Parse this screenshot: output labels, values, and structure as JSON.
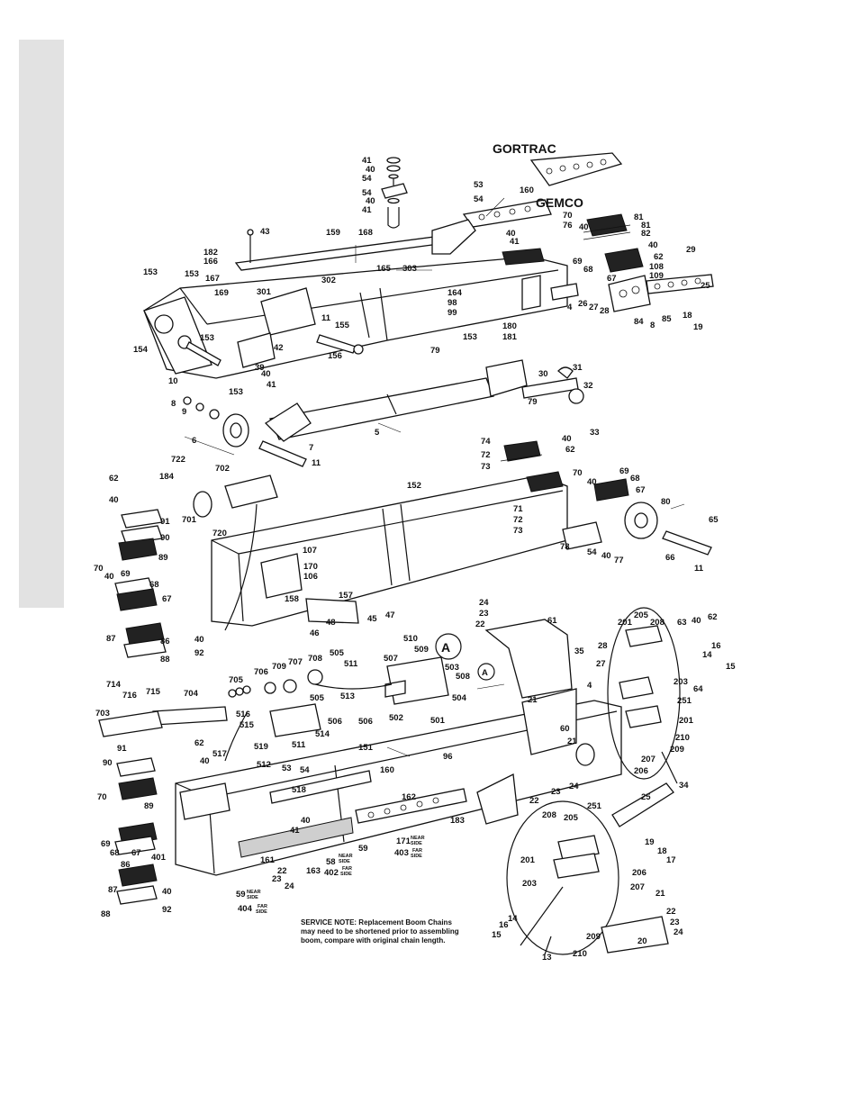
{
  "titles": {
    "gortrac": "GORTRAC",
    "gemco": "GEMCO",
    "callout_a1": "A",
    "callout_a2": "A"
  },
  "service_note": {
    "line1": "SERVICE NOTE:  Replacement Boom Chains",
    "line2": "may need to be shortened prior to assembling",
    "line3": "boom, compare with original chain length."
  },
  "side_labels": {
    "near1": "NEAR",
    "side1": "SIDE",
    "far1": "FAR",
    "side2": "SIDE",
    "near2": "NEAR",
    "side3": "SIDE",
    "far2": "FAR",
    "side4": "SIDE",
    "near3": "NEAR",
    "side5": "SIDE",
    "far3": "FAR",
    "side6": "SIDE"
  },
  "labels": {
    "p41a": "41",
    "p40a": "40",
    "p54a": "54",
    "p54b": "54",
    "p40b": "40",
    "p41b": "41",
    "p53a": "53",
    "p54c": "54",
    "p160a": "160",
    "p70a": "70",
    "p76": "76",
    "p40c": "40",
    "p81a": "81",
    "p81b": "81",
    "p82": "82",
    "p43": "43",
    "p159": "159",
    "p168": "168",
    "p40d": "40",
    "p41c": "41",
    "p40e": "40",
    "p29": "29",
    "p182": "182",
    "p166": "166",
    "p167": "167",
    "p169": "169",
    "p153a": "153",
    "p153b": "153",
    "p165": "165",
    "p303": "303",
    "p69a": "69",
    "p68a": "68",
    "p62a": "62",
    "p108": "108",
    "p109": "109",
    "p67a": "67",
    "p25a": "25",
    "p301": "301",
    "p302": "302",
    "p164": "164",
    "p98": "98",
    "p99": "99",
    "p26": "26",
    "p27a": "27",
    "p28a": "28",
    "p4a": "4",
    "p84": "84",
    "p8a": "8",
    "p85": "85",
    "p18a": "18",
    "p19a": "19",
    "p11a": "11",
    "p155": "155",
    "p42": "42",
    "p180": "180",
    "p181": "181",
    "p153c": "153",
    "p153d": "153",
    "p154": "154",
    "p156": "156",
    "p39": "39",
    "p79a": "79",
    "p10": "10",
    "p40f": "40",
    "p41d": "41",
    "p153e": "153",
    "p30": "30",
    "p31": "31",
    "p32": "32",
    "p8b": "8",
    "p9": "9",
    "p79b": "79",
    "p33": "33",
    "p5": "5",
    "p6": "6",
    "p7": "7",
    "p11b": "11",
    "p74": "74",
    "p40g": "40",
    "p72a": "72",
    "p62b": "62",
    "p73a": "73",
    "p722": "722",
    "p702": "702",
    "p62c": "62",
    "p184": "184",
    "p152": "152",
    "p70b": "70",
    "p69b": "69",
    "p68b": "68",
    "p40h": "40",
    "p67b": "67",
    "p40i": "40",
    "p701": "701",
    "p71": "71",
    "p72b": "72",
    "p73b": "73",
    "p80": "80",
    "p91a": "91",
    "p90a": "90",
    "p720": "720",
    "p65": "65",
    "p89a": "89",
    "p107": "107",
    "p78": "78",
    "p54d": "54",
    "p40j": "40",
    "p77": "77",
    "p66": "66",
    "p11c": "11",
    "p170": "170",
    "p106": "106",
    "p70c": "70",
    "p40k": "40",
    "p69c": "69",
    "p68c": "68",
    "p67c": "67",
    "p158": "158",
    "p157": "157",
    "p45": "45",
    "p47": "47",
    "p48": "48",
    "p46": "46",
    "p87a": "87",
    "p86a": "86",
    "p88a": "88",
    "p40l": "40",
    "p92a": "92",
    "p24a": "24",
    "p23a": "23",
    "p22a": "22",
    "p61": "61",
    "p205a": "205",
    "p201a": "201",
    "p208a": "208",
    "p63": "63",
    "p40m": "40",
    "p62d": "62",
    "p510": "510",
    "p509": "509",
    "p507": "507",
    "p505a": "505",
    "p511a": "511",
    "p35": "35",
    "p28b": "28",
    "p503": "503",
    "p508": "508",
    "p16a": "16",
    "p14a": "14",
    "p15a": "15",
    "p705": "705",
    "p706": "706",
    "p709": "709",
    "p707": "707",
    "p708": "708",
    "p27b": "27",
    "p203a": "203",
    "p64": "64",
    "p714": "714",
    "p716": "716",
    "p715": "715",
    "p704": "704",
    "p505b": "505",
    "p513": "513",
    "p504": "504",
    "p21a": "21",
    "p4b": "4",
    "p251a": "251",
    "p703": "703",
    "p516": "516",
    "p515": "515",
    "p506a": "506",
    "p506b": "506",
    "p502": "502",
    "p501": "501",
    "p201b": "201",
    "p514": "514",
    "p60": "60",
    "p210a": "210",
    "p62e": "62",
    "p511b": "511",
    "p151": "151",
    "p21b": "21",
    "p209a": "209",
    "p519": "519",
    "p207a": "207",
    "p206a": "206",
    "p91b": "91",
    "p40n": "40",
    "p517": "517",
    "p96": "96",
    "p34": "34",
    "p90b": "90",
    "p512": "512",
    "p53b": "53",
    "p54e": "54",
    "p160b": "160",
    "p22b": "22",
    "p23b": "23",
    "p24b": "24",
    "p70d": "70",
    "p89b": "89",
    "p518": "518",
    "p162": "162",
    "p25b": "25",
    "p40o": "40",
    "p41e": "41",
    "p183": "183",
    "p208b": "208",
    "p205b": "205",
    "p251b": "251",
    "p69d": "69",
    "p68d": "68",
    "p67d": "67",
    "p401": "401",
    "p171": "171",
    "p403": "403",
    "p59a": "59",
    "p161": "161",
    "p58a": "58",
    "p19b": "19",
    "p18b": "18",
    "p17": "17",
    "p201c": "201",
    "p206b": "206",
    "p86b": "86",
    "p22c": "22",
    "p163": "163",
    "p402": "402",
    "p203b": "203",
    "p207b": "207",
    "p87b": "87",
    "p40p": "40",
    "p23c": "23",
    "p24c": "24",
    "p59b": "59",
    "p404": "404",
    "p21c": "21",
    "p88b": "88",
    "p92b": "92",
    "p14b": "14",
    "p16b": "16",
    "p22d": "22",
    "p23d": "23",
    "p24d": "24",
    "p209b": "209",
    "p15b": "15",
    "p20": "20",
    "p13": "13",
    "p210b": "210"
  }
}
